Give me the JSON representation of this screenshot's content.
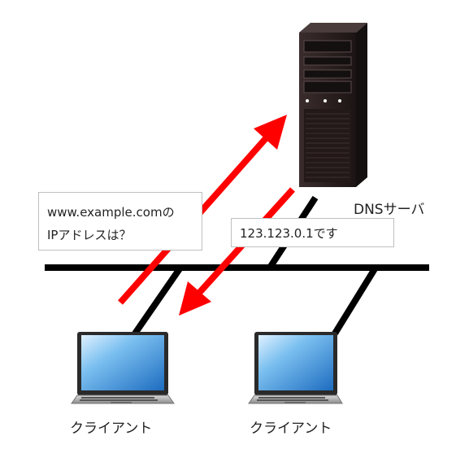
{
  "labels": {
    "server": "DNSサーバ",
    "client_1": "クライアント",
    "client_2": "クライアント"
  },
  "messages": {
    "query_line1": "www.example.comの",
    "query_line2": "IPアドレスは？",
    "answer": "123.123.0.1です"
  },
  "colors": {
    "arrow": "#ff0000",
    "network_line": "#000000",
    "server_body": "#2a2020",
    "laptop_screen": "#3a8fd8",
    "laptop_body": "#b5b5b5"
  }
}
